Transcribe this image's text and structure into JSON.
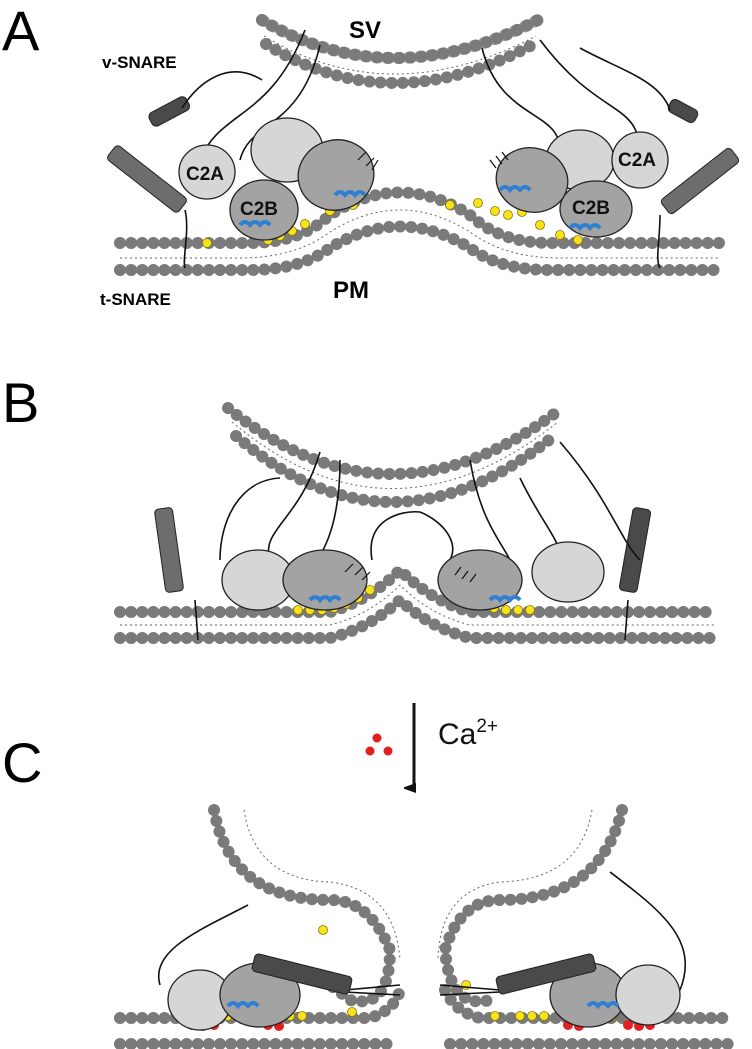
{
  "panels": [
    {
      "id": "A",
      "letter": "A"
    },
    {
      "id": "B",
      "letter": "B"
    },
    {
      "id": "C",
      "letter": "C"
    }
  ],
  "labels": {
    "sv": "SV",
    "pm": "PM",
    "v_snare": "v-SNARE",
    "t_snare": "t-SNARE",
    "c2a": "C2A",
    "c2b": "C2B"
  },
  "calcium": {
    "base": "Ca",
    "superscript": "2+"
  },
  "colors": {
    "lipid_head": "#9a9a9a",
    "lipid_head_stroke": "#6e6e6e",
    "c2a_domain": "#d6d6d6",
    "c2b_domain": "#a3a3a3",
    "snare_helix": "#6d6d6d",
    "pip2": "#f7e21b",
    "calcium_ion": "#e31e1e",
    "ca_binding_loops": "#2f7fd2"
  }
}
